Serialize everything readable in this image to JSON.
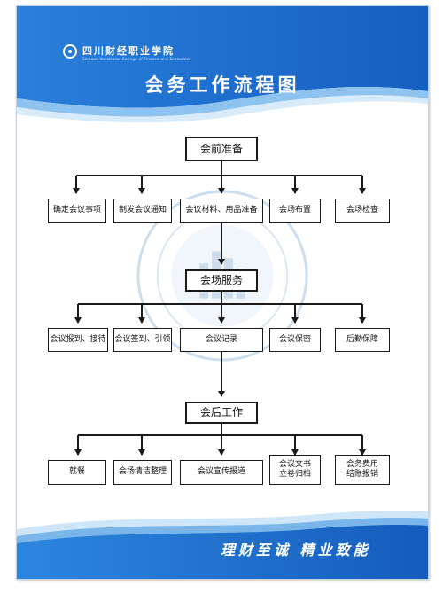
{
  "header": {
    "school_name": "四川财经职业学院",
    "school_name_en": "Sichuan Vocational College of Finance and Economics",
    "title": "会务工作流程图"
  },
  "flow": {
    "stage1": {
      "label": "会前准备",
      "steps": [
        "确定会议事项",
        "制发会议通知",
        "会议材料、用品准备",
        "会场布置",
        "会场检查"
      ]
    },
    "stage2": {
      "label": "会场服务",
      "steps": [
        "会议报到、接待",
        "会议签到、引领",
        "会议记录",
        "会议保密",
        "后勤保障"
      ]
    },
    "stage3": {
      "label": "会后工作",
      "steps": [
        "就餐",
        "会场清洁整理",
        "会议宣传报道",
        "会议文书\n立卷归档",
        "会务费用\n结账报销"
      ]
    }
  },
  "footer": {
    "slogan": "理财至诚  精业致能"
  },
  "colors": {
    "banner_blue": "#1f6fd0",
    "banner_light": "#8fc3ef",
    "line": "#1a1a1a"
  }
}
